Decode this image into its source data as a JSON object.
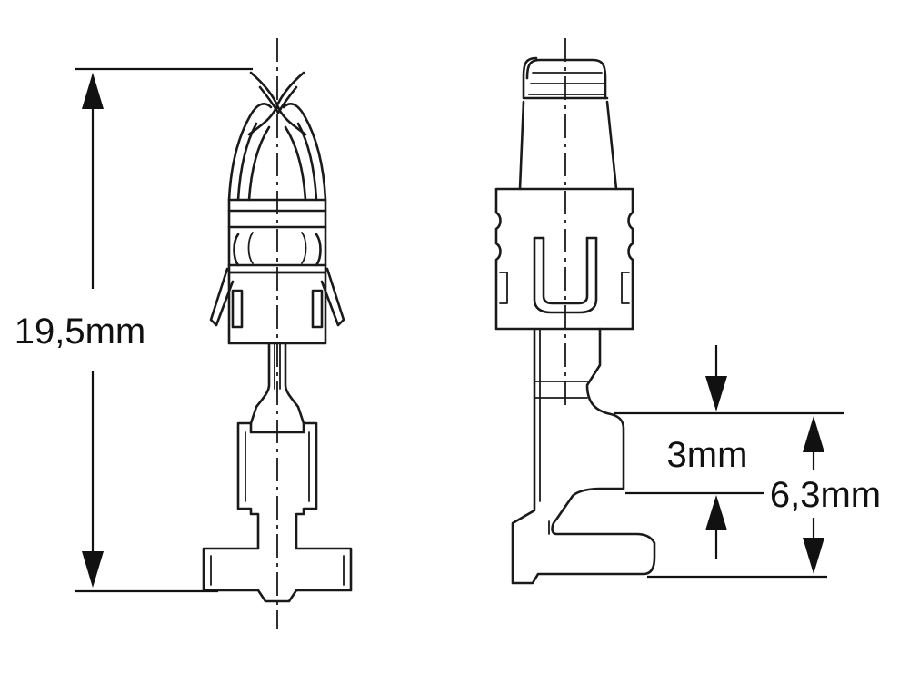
{
  "dimensions": {
    "total_length": "19,5mm",
    "tab_gap": "3mm",
    "tab_width": "6,3mm"
  },
  "colors": {
    "line": "#1a1a1a",
    "background": "#ffffff"
  }
}
